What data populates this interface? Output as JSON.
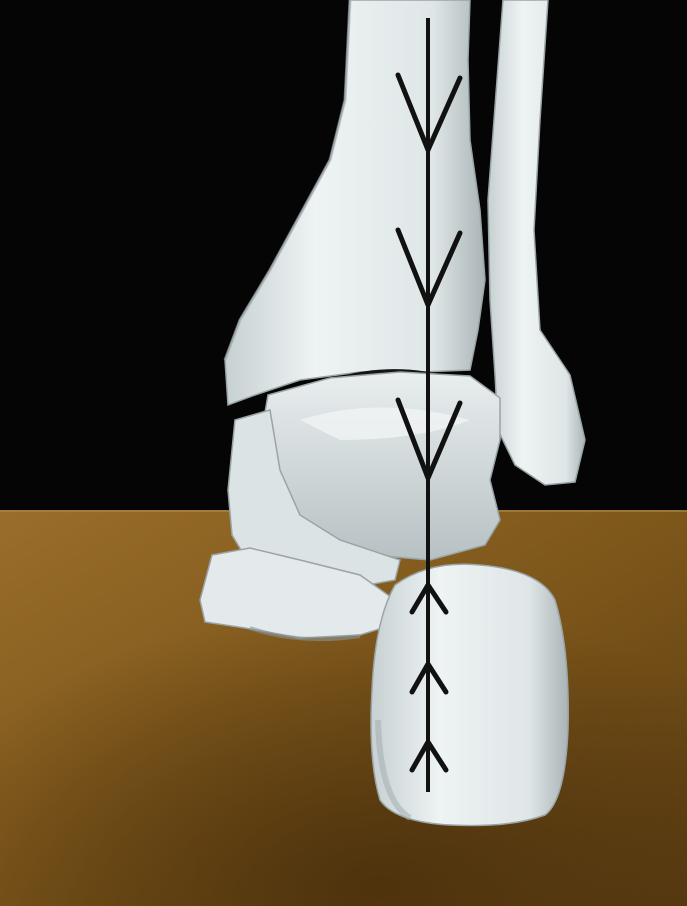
{
  "scene": {
    "subject": "ankle-bones-load-diagram",
    "colors": {
      "background": "#050505",
      "floor_dark": "#5a3c12",
      "floor_light": "#9a6e2a",
      "bone_light": "#eef2f2",
      "bone_mid": "#c9d2d4",
      "bone_shadow": "#8f9a9c",
      "force_line": "#111111"
    },
    "force_arrows": {
      "downward_count": 3,
      "upward_count": 3
    }
  }
}
